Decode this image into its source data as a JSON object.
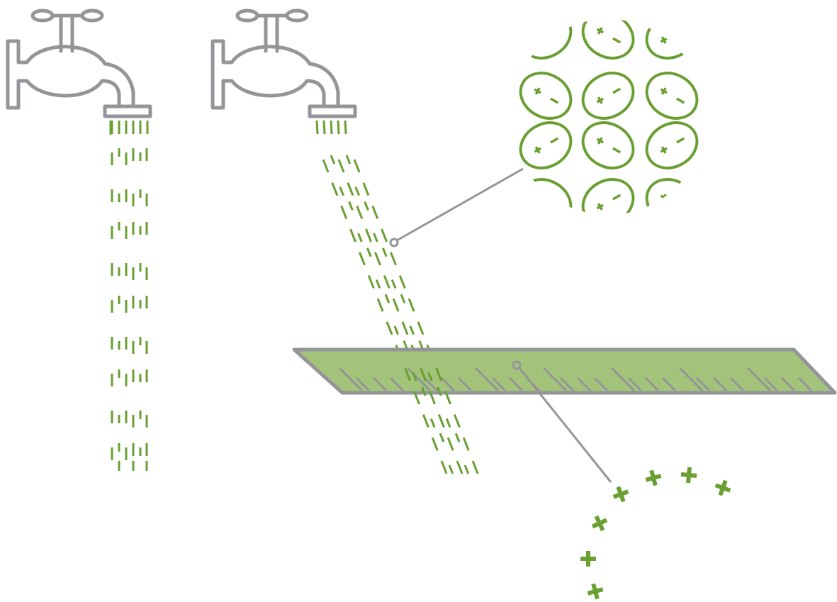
{
  "colors": {
    "background": "#ffffff",
    "outline_gray": "#939598",
    "water_green": "#6a9f32",
    "rod_fill": "#a3c37b"
  },
  "illustration": {
    "left_faucet": {
      "icon": "faucet-icon",
      "stream": "straight"
    },
    "right_faucet": {
      "icon": "faucet-icon",
      "stream": "deflected"
    },
    "magnifier": {
      "icon": "water-dipole-grid",
      "molecule_signs": [
        "+",
        "-"
      ]
    },
    "rod": {
      "icon": "charged-rod",
      "charge_sign": "+"
    }
  }
}
